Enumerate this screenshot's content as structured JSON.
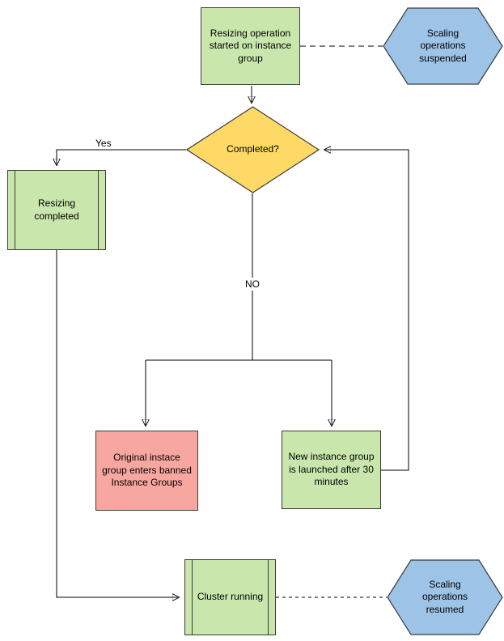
{
  "diagram": {
    "nodes": {
      "resizing_started": "Resizing operation started on instance group",
      "scaling_suspended": "Scaling operations suspended",
      "completed_decision": "Completed?",
      "resizing_completed": "Resizing completed",
      "banned_instance_groups": "Original instace group enters banned Instance Groups",
      "new_instance_group": "New instance group is launched after 30 minutes",
      "cluster_running": "Cluster running",
      "scaling_resumed": "Scaling operations resumed"
    },
    "edge_labels": {
      "yes": "Yes",
      "no": "NO"
    },
    "colors": {
      "process_green": "#c9e7ad",
      "decision_yellow": "#ffd966",
      "alert_red": "#f8a6a0",
      "state_blue": "#9dc3e6",
      "shape_stroke": "#3c3c3c",
      "connector_black": "#000000"
    }
  }
}
